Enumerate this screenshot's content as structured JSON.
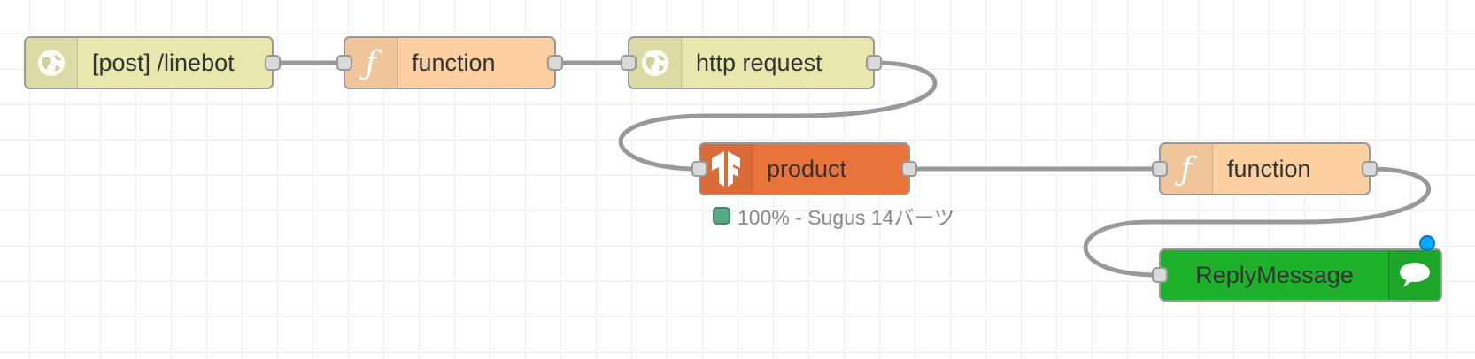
{
  "nodes": {
    "http_in": {
      "label": "[post] /linebot",
      "icon": "globe-icon",
      "color": "#e7e7ae"
    },
    "function1": {
      "label": "function",
      "icon": "function-icon",
      "color": "#fdd0a2"
    },
    "http_req": {
      "label": "http request",
      "icon": "globe-icon",
      "color": "#e7e7ae"
    },
    "product": {
      "label": "product",
      "icon": "tensorflow-icon",
      "color": "#e8743b",
      "status": "100% - Sugus 14バーツ",
      "status_color": "#5aa882"
    },
    "function2": {
      "label": "function",
      "icon": "function-icon",
      "color": "#fdd0a2"
    },
    "reply": {
      "label": "ReplyMessage",
      "icon": "chat-bubble-icon",
      "color": "#1fb12b",
      "changed": true
    }
  },
  "colors": {
    "wire": "#999999",
    "changed_indicator": "#00aaff"
  }
}
